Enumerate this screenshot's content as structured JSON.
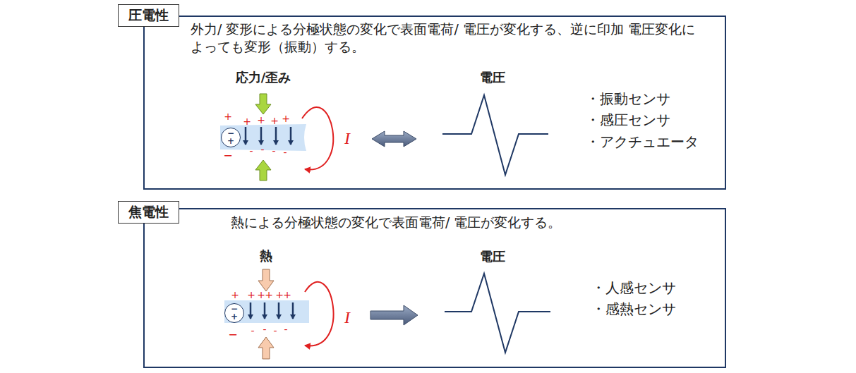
{
  "diagram": {
    "nodes": [
      {
        "text": [
          "圧電性"
        ]
      },
      {
        "text": [
          "外力/ 変形による分極状態の変化で表面電荷/ 電圧が変化する、逆に印加 電圧変化によっても変形（振動）する。"
        ]
      },
      {
        "text": [
          "−",
          "+"
        ],
        "in": 1
      },
      {
        "text": [
          "焦電性"
        ]
      },
      {
        "text": [
          "熱による分極状態の変化で表面電荷/ 電圧が変化する。"
        ]
      },
      {
        "text": [
          "−",
          "+"
        ],
        "in": 4
      }
    ],
    "labels": [
      "応力/歪み",
      "電圧",
      "+",
      "+",
      "+",
      "+",
      "+",
      "-",
      "-",
      "-",
      "-",
      "−",
      "I",
      "・振動センサ",
      "・感圧センサ",
      "・アクチュエータ",
      "熱",
      "電圧",
      "+",
      "+",
      "+",
      "+",
      "+",
      "+",
      "-",
      "-",
      "-",
      "-",
      "−",
      "I",
      "・人感センサ",
      "・感熱センサ"
    ]
  }
}
